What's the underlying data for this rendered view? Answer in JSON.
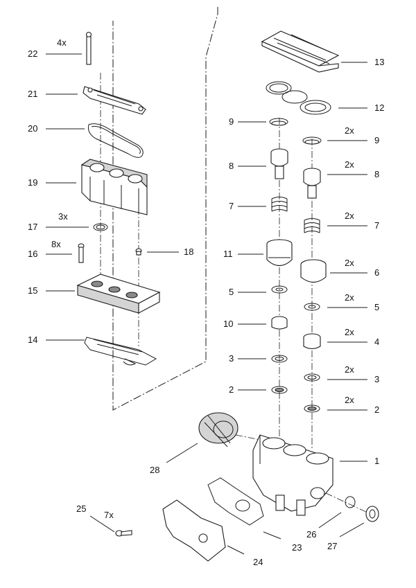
{
  "callouts": {
    "c22": "22",
    "q22": "4x",
    "c21": "21",
    "c20": "20",
    "c19": "19",
    "c17": "17",
    "q17": "3x",
    "c16": "16",
    "q16": "8x",
    "c18": "18",
    "c15": "15",
    "c14": "14",
    "c13": "13",
    "c12": "12",
    "c9a": "9",
    "c9b": "9",
    "q9b": "2x",
    "c8a": "8",
    "c8b": "8",
    "q8b": "2x",
    "c7a": "7",
    "c7b": "7",
    "q7b": "2x",
    "c11": "11",
    "c6": "6",
    "q6": "2x",
    "c5a": "5",
    "c5b": "5",
    "q5b": "2x",
    "c10": "10",
    "c4": "4",
    "q4": "2x",
    "c3a": "3",
    "c3b": "3",
    "q3b": "2x",
    "c2a": "2",
    "c2b": "2",
    "q2b": "2x",
    "c1": "1",
    "c28": "28",
    "c25": "25",
    "q25": "7x",
    "c26": "26",
    "c27": "27",
    "c23": "23",
    "c24": "24"
  },
  "colors": {
    "line": "#1a1a1a",
    "shade": "#d4d4d4",
    "background": "#ffffff"
  }
}
